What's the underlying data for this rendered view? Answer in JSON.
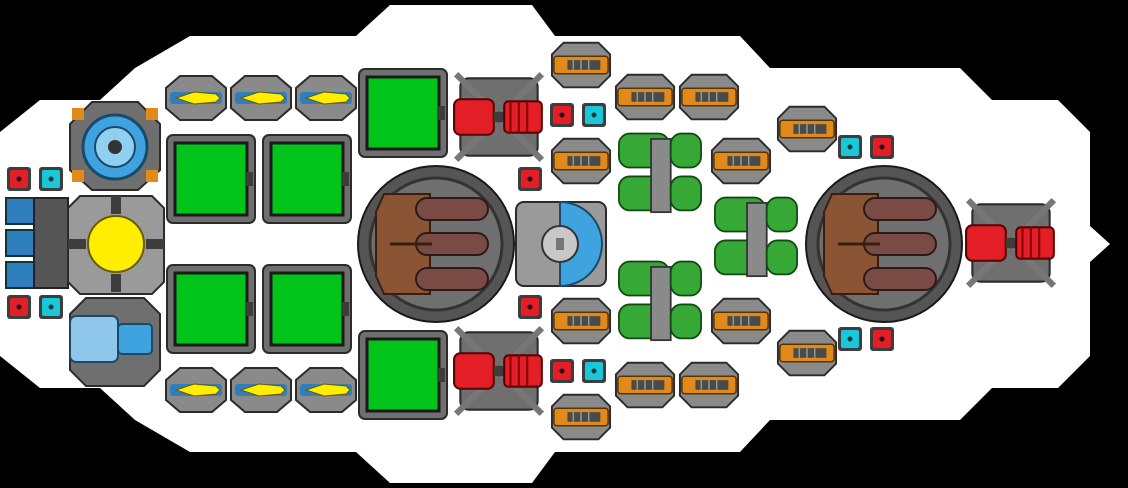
{
  "ship": {
    "colors": {
      "background": "#000000",
      "hull": "#ffffff",
      "plate": "#6f6f6f",
      "plate_dark": "#3d3d3d",
      "frame": "#2b2b2b",
      "green": "#00c41a",
      "red": "#e21f26",
      "cyan": "#19c7d9",
      "yellow": "#ffee00",
      "orange": "#e08a1a",
      "blue": "#3fa3e0",
      "pipe_green": "#36a836",
      "brown": "#8b5535",
      "rod": "#7a4a44"
    },
    "modules": [
      {
        "kind": "thruster"
      },
      {
        "kind": "thruster"
      },
      {
        "kind": "thruster"
      },
      {
        "kind": "thruster"
      },
      {
        "kind": "thruster"
      },
      {
        "kind": "thruster"
      },
      {
        "kind": "green-panel"
      },
      {
        "kind": "green-panel"
      },
      {
        "kind": "green-panel"
      },
      {
        "kind": "green-panel"
      },
      {
        "kind": "green-panel"
      },
      {
        "kind": "green-panel"
      },
      {
        "kind": "red-turret"
      },
      {
        "kind": "red-turret"
      },
      {
        "kind": "red-turret"
      },
      {
        "kind": "reactor"
      },
      {
        "kind": "reactor"
      },
      {
        "kind": "orange-gun"
      },
      {
        "kind": "orange-gun"
      },
      {
        "kind": "orange-gun"
      },
      {
        "kind": "orange-gun"
      },
      {
        "kind": "orange-gun"
      },
      {
        "kind": "orange-gun"
      },
      {
        "kind": "orange-gun"
      },
      {
        "kind": "orange-gun"
      },
      {
        "kind": "orange-gun"
      },
      {
        "kind": "orange-gun"
      },
      {
        "kind": "orange-gun"
      },
      {
        "kind": "orange-gun"
      },
      {
        "kind": "orange-gun"
      },
      {
        "kind": "orange-gun"
      },
      {
        "kind": "green-pipes"
      },
      {
        "kind": "green-pipes"
      },
      {
        "kind": "green-pipes"
      },
      {
        "kind": "core"
      },
      {
        "kind": "bridge"
      },
      {
        "kind": "shield-ring"
      },
      {
        "kind": "blue-drill"
      },
      {
        "kind": "fuel-cells"
      }
    ]
  }
}
